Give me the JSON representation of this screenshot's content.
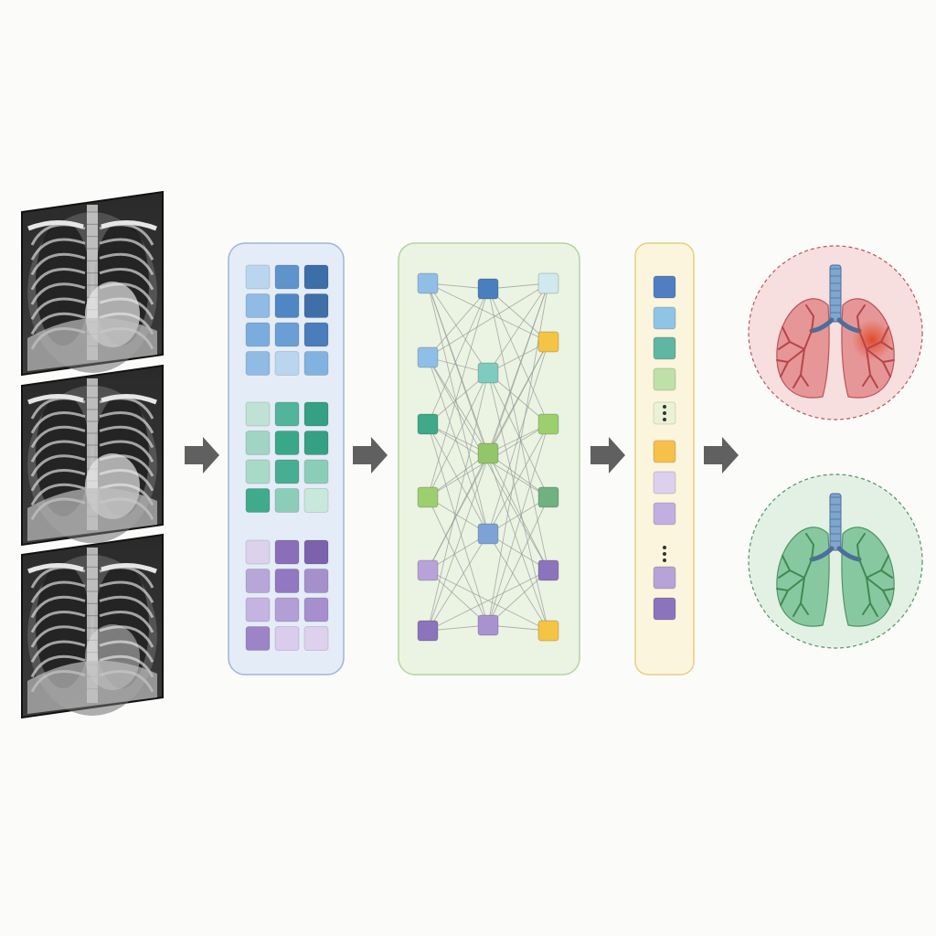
{
  "diagram": {
    "xray_count": 3,
    "feature_grid": {
      "groups": [
        {
          "name": "blue",
          "cells": [
            [
              "#b9d6ee",
              "#5f93cc",
              "#3d6ea8"
            ],
            [
              "#8fbbe4",
              "#4f86c4",
              "#3f6fa9"
            ],
            [
              "#7aadde",
              "#6a9ed4",
              "#4a7dbb"
            ],
            [
              "#8fbbe4",
              "#b9d6ee",
              "#82b2e0"
            ]
          ]
        },
        {
          "name": "teal",
          "cells": [
            [
              "#bfe2d4",
              "#52b49a",
              "#35a083"
            ],
            [
              "#9fd5c2",
              "#3aa789",
              "#36a084"
            ],
            [
              "#a9dac8",
              "#48ae93",
              "#8ccdb8"
            ],
            [
              "#40aa8d",
              "#8ccdb8",
              "#c9e8dc"
            ]
          ]
        },
        {
          "name": "purple",
          "cells": [
            [
              "#dcd2ec",
              "#8a6fb8",
              "#7c62ad"
            ],
            [
              "#b8a6d8",
              "#9178c0",
              "#a590cb"
            ],
            [
              "#c5b4df",
              "#b29fd6",
              "#a78fcd"
            ],
            [
              "#9d84c6",
              "#d9ccec",
              "#ddd1ee"
            ]
          ]
        }
      ]
    },
    "graph_network": {
      "nodes": [
        {
          "id": "a1",
          "color": "#8fbfe6"
        },
        {
          "id": "a2",
          "color": "#8fbfe6"
        },
        {
          "id": "a3",
          "color": "#3fa98a"
        },
        {
          "id": "a4",
          "color": "#9ccf6e"
        },
        {
          "id": "a5",
          "color": "#b9a2d8"
        },
        {
          "id": "a6",
          "color": "#8c74bd"
        },
        {
          "id": "b1",
          "color": "#4a7fbf"
        },
        {
          "id": "b2",
          "color": "#7fcbbf"
        },
        {
          "id": "b3",
          "color": "#93c56a"
        },
        {
          "id": "b4",
          "color": "#7ea2d8"
        },
        {
          "id": "b5",
          "color": "#a892d0"
        },
        {
          "id": "c1",
          "color": "#cfe9ec"
        },
        {
          "id": "c2",
          "color": "#f5c445"
        },
        {
          "id": "c3",
          "color": "#9ccf6e"
        },
        {
          "id": "c4",
          "color": "#6fb27f"
        },
        {
          "id": "c5",
          "color": "#8c74bd"
        },
        {
          "id": "c6",
          "color": "#f5c445"
        }
      ]
    },
    "embedding_vector": {
      "cells": [
        "#4f7fc0",
        "#8fc4e4",
        "#5fb6a3",
        "#bfe0a8",
        "dots",
        "#f6c04a",
        "#ddd0ee",
        "#c2aee0",
        "dots",
        "#b7a3d8",
        "#8c74bd"
      ]
    },
    "outcomes": [
      {
        "name": "diseased-lung",
        "tint": "#f6dcdc",
        "lung_color": "#e58f8f",
        "branch_color": "#b4464a"
      },
      {
        "name": "healthy-lung",
        "tint": "#e1f0e2",
        "lung_color": "#7fc49a",
        "branch_color": "#3f8a52"
      }
    ],
    "colors": {
      "grid_panel": "#e4ecf7",
      "graph_panel": "#ebf4e2",
      "vector_panel": "#fcf5dd",
      "arrow": "#606060"
    }
  }
}
